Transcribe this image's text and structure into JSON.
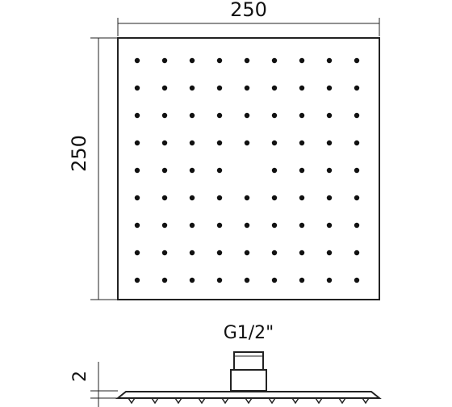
{
  "drawing": {
    "width_label": "250",
    "height_label": "250",
    "thread_label": "G1/2\"",
    "thickness_label": "2",
    "nozzle_grid": {
      "rows": 9,
      "cols": 9,
      "missing": [
        [
          4,
          4
        ]
      ]
    },
    "profile_nozzle_count": 11,
    "colors": {
      "line": "#222222",
      "dot": "#111111"
    }
  }
}
